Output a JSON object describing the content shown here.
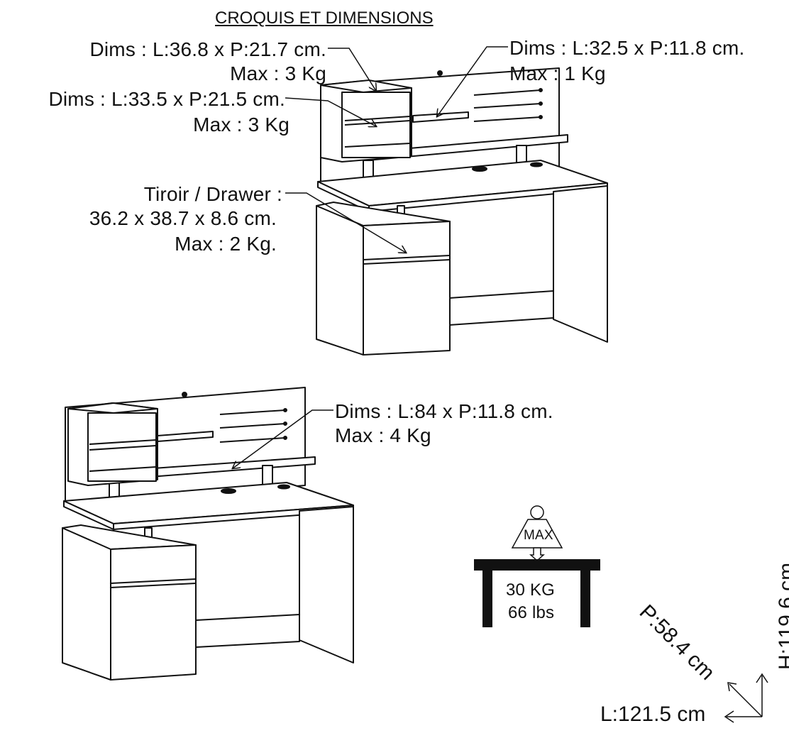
{
  "title": "CROQUIS ET DIMENSIONS",
  "callouts": {
    "top_shelf": {
      "dims": "Dims : L:36.8 x P:21.7 cm.",
      "max": "Max : 3 Kg"
    },
    "middle_shelf": {
      "dims": "Dims : L:33.5 x P:21.5 cm.",
      "max": "Max : 3 Kg"
    },
    "small_shelf": {
      "dims": "Dims : L:32.5 x P:11.8 cm.",
      "max": "Max : 1 Kg"
    },
    "drawer": {
      "label": "Tiroir / Drawer :",
      "dims": "36.2 x 38.7 x 8.6 cm.",
      "max": "Max : 2 Kg."
    },
    "long_shelf": {
      "dims": "Dims : L:84 x P:11.8 cm.",
      "max": "Max : 4 Kg"
    }
  },
  "max_load": {
    "badge": "MAX",
    "kg": "30 KG",
    "lbs": "66 lbs"
  },
  "overall_dimensions": {
    "height": "H:119.6 cm",
    "depth": "P:58.4 cm",
    "length": "L:121.5 cm"
  }
}
